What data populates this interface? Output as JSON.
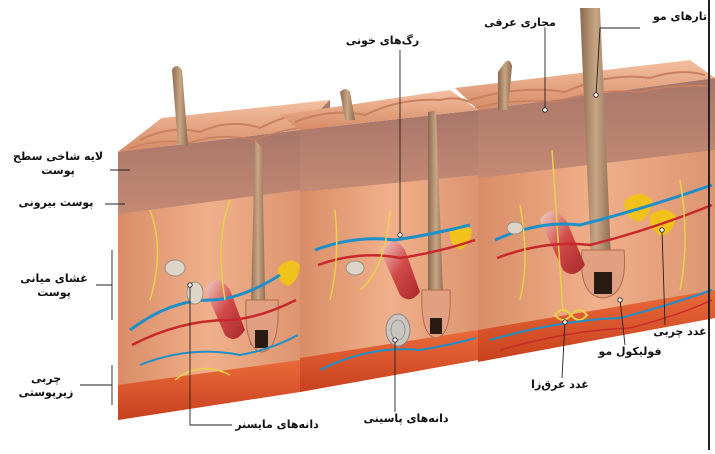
{
  "diagram": {
    "labels": {
      "hair_shafts": "تارهای مو",
      "sweat_ducts": "مجاری عرقی",
      "blood_vessels": "رگ‌های خونی",
      "stratum_corneum": "لایه شاخی سطح پوست",
      "epidermis": "پوست بیرونی",
      "dermis": "غشای میانی پوست",
      "subcutaneous_fat": "چربی زیرپوستی",
      "meissner": "دانه‌های مایسنر",
      "pacinian": "دانه‌های پاسینی",
      "sweat_gland": "غدد عرق‌زا",
      "hair_follicle": "فولیکول مو",
      "sebaceous_gland": "غدد چربی"
    },
    "colors": {
      "surface": "#e8a27e",
      "surface_dark": "#c97a58",
      "epidermis": "#b07c66",
      "dermis": "#e9a47e",
      "fat": "#e25a2c",
      "vessel_red": "#c8282c",
      "vessel_blue": "#1f8fc8",
      "nerve_yellow": "#e8d24a",
      "gland_yellow": "#f2c21c",
      "hair": "#b08868"
    }
  }
}
